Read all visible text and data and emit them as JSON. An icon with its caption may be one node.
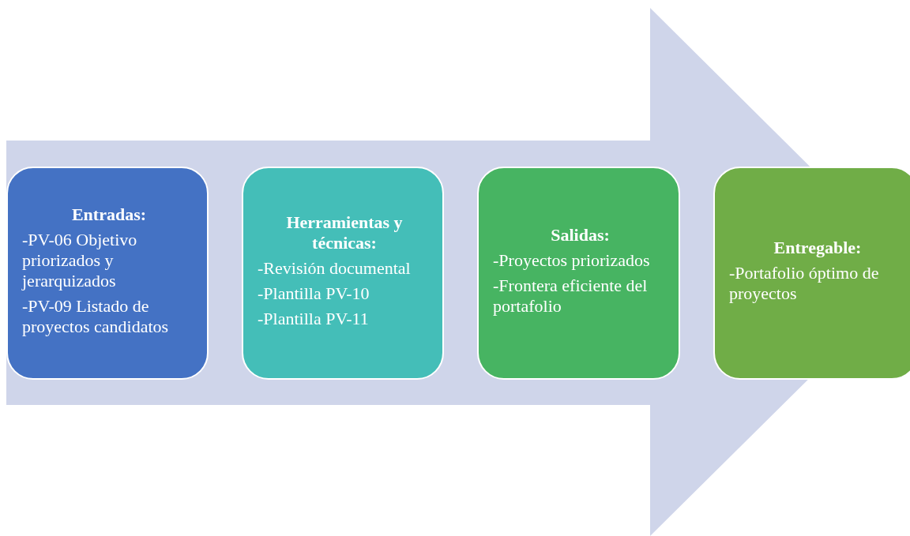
{
  "diagram": {
    "nodes": [
      {
        "text": [
          "Entradas:",
          "-PV-06 Objetivo priorizados y jerarquizados",
          "-PV-09 Listado de proyectos candidatos"
        ]
      },
      {
        "text": [
          "Herramientas y técnicas:",
          "-Revisión documental",
          "-Plantilla PV-10",
          "-Plantilla PV-11"
        ]
      },
      {
        "text": [
          "Salidas:",
          "-Proyectos priorizados",
          "-Frontera eficiente del portafolio"
        ]
      },
      {
        "text": [
          "Entregable:",
          "-Portafolio óptimo de proyectos"
        ]
      }
    ],
    "edges": [
      {
        "from": 0,
        "to": 3,
        "arrow": "to"
      }
    ]
  }
}
